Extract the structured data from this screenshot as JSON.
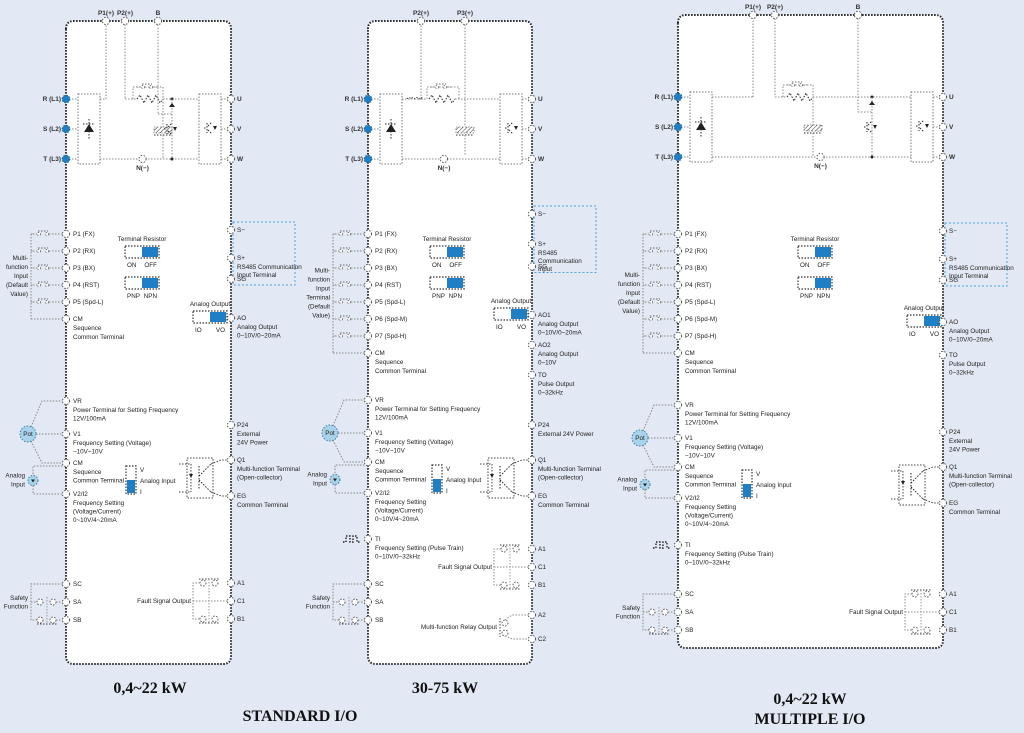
{
  "colors": {
    "background": "#e2e8f4",
    "panel": "#ffffff",
    "accent_blue": "#1e7fc4",
    "pot_fill": "#a9d3ea",
    "wire": "#888888",
    "frame": "#222222",
    "dotted_box": "#4aa3df"
  },
  "captions": {
    "standard_left": "0,4~22 kW",
    "standard_middle": "30-75 kW",
    "standard_group": "STANDARD I/O",
    "multiple_power": "0,4~22 kW",
    "multiple_group": "MULTIPLE I/O"
  },
  "diagrams": [
    {
      "id": "std_small",
      "top_terminals": [
        "P1(+)",
        "P2(+)",
        "B"
      ],
      "power_inputs": [
        "R (L1)",
        "S (L2)",
        "T (L3)"
      ],
      "motor_outputs": [
        "U",
        "V",
        "W"
      ],
      "dc_negative": "N(−)",
      "multi_function_label": [
        "Multi-",
        "function",
        "Input",
        "(Default",
        "Value)"
      ],
      "digital_inputs": [
        "P1 (FX)",
        "P2 (RX)",
        "P3 (BX)",
        "P4 (RST)",
        "P5 (Spd-L)"
      ],
      "cm": {
        "name": "CM",
        "desc": [
          "Sequence",
          "Common Terminal"
        ]
      },
      "terminal_resistor": {
        "title": "Terminal Resistor",
        "left": "ON",
        "right": "OFF",
        "selected": "OFF"
      },
      "pnp_npn": {
        "left": "PNP",
        "right": "NPN",
        "selected": "NPN"
      },
      "analog_output_switch": {
        "title": "Analog Output",
        "left": "IO",
        "right": "VO",
        "selected": "VO"
      },
      "rs485": [
        {
          "name": "S−",
          "desc": []
        },
        {
          "name": "S+",
          "desc": [
            "RS485 Communication",
            "Input Terminal"
          ]
        },
        {
          "name": "SG",
          "desc": []
        }
      ],
      "analog_outputs": [
        {
          "name": "AO",
          "desc": [
            "Analog Output",
            "0~10V/0~20mA"
          ]
        }
      ],
      "vr": {
        "name": "VR",
        "desc": [
          "Power Terminal for Setting Frequency",
          "12V/100mA"
        ]
      },
      "v1": {
        "name": "V1",
        "desc": [
          "Frequency Setting (Voltage)",
          "−10V~10V"
        ]
      },
      "cm2": {
        "name": "CM",
        "desc": [
          "Sequence",
          "Common Terminal"
        ]
      },
      "v2": {
        "name": "V2/I2",
        "desc": [
          "Frequency Setting",
          "(Voltage/Current)",
          "0~10V/4~20mA"
        ]
      },
      "pot": "Pot",
      "analog_input_src": [
        "Analog",
        "Input"
      ],
      "analog_input_switch": {
        "top": "V",
        "label": "Analog Input",
        "bottom": "I",
        "selected": "I"
      },
      "p24": {
        "name": "P24",
        "desc": [
          "External",
          "24V Power"
        ]
      },
      "q1": {
        "name": "Q1",
        "desc": [
          "Multi-function Terminal",
          "(Open-collector)"
        ]
      },
      "eg": {
        "name": "EG",
        "desc": [
          "Common Terminal"
        ]
      },
      "safety": {
        "label": [
          "Safety",
          "Function"
        ],
        "terminals": [
          "SC",
          "SA",
          "SB"
        ]
      },
      "fault": {
        "label": "Fault Signal Output",
        "terminals": [
          "A1",
          "C1",
          "B1"
        ]
      }
    },
    {
      "id": "std_large",
      "top_terminals": [
        "P2(+)",
        "P3(+)"
      ],
      "power_inputs": [
        "R (L1)",
        "S (L2)",
        "T (L3)"
      ],
      "motor_outputs": [
        "U",
        "V",
        "W"
      ],
      "dc_negative": "N(−)",
      "multi_function_label": [
        "Multi-",
        "function",
        "Input",
        "Terminal",
        "(Default",
        "Value)"
      ],
      "digital_inputs": [
        "P1 (FX)",
        "P2 (RX)",
        "P3 (BX)",
        "P4 (RST)",
        "P5 (Spd-L)",
        "P6 (Spd-M)",
        "P7 (Spd-H)"
      ],
      "cm": {
        "name": "CM",
        "desc": [
          "Sequence",
          "Common Terminal"
        ]
      },
      "terminal_resistor": {
        "title": "Terminal Resistor",
        "left": "ON",
        "right": "OFF",
        "selected": "OFF"
      },
      "pnp_npn": {
        "left": "PNP",
        "right": "NPN",
        "selected": "NPN"
      },
      "analog_output_switch": {
        "title": "Analog Output",
        "left": "IO",
        "right": "VO",
        "selected": "VO"
      },
      "rs485": [
        {
          "name": "S−",
          "desc": []
        },
        {
          "name": "S+",
          "desc": [
            "RS485",
            "Communication",
            "Input"
          ]
        },
        {
          "name": "SG",
          "desc": []
        }
      ],
      "analog_outputs": [
        {
          "name": "AO1",
          "desc": [
            "Analog Output",
            "0~10V/0~20mA"
          ]
        },
        {
          "name": "AO2",
          "desc": [
            "Analog Output",
            "0~10V"
          ]
        },
        {
          "name": "TO",
          "desc": [
            "Pulse Output",
            "0~32kHz"
          ]
        }
      ],
      "vr": {
        "name": "VR",
        "desc": [
          "Power Terminal for Setting Frequency",
          "12V/100mA"
        ]
      },
      "v1": {
        "name": "V1",
        "desc": [
          "Frequency Setting (Voltage)",
          "−10V~10V"
        ]
      },
      "cm2": {
        "name": "CM",
        "desc": [
          "Sequence",
          "Common Terminal"
        ]
      },
      "v2": {
        "name": "V2/I2",
        "desc": [
          "Frequency Setting",
          "(Voltage/Current)",
          "0~10V/4~20mA"
        ]
      },
      "ti": {
        "name": "TI",
        "desc": [
          "Frequency Setting (Pulse Train)",
          "0~10V/0~32kHz"
        ]
      },
      "pot": "Pot",
      "analog_input_src": [
        "Analog",
        "Input"
      ],
      "analog_input_switch": {
        "top": "V",
        "label": "Analog Input",
        "bottom": "I",
        "selected": "I"
      },
      "p24": {
        "name": "P24",
        "desc": [
          "External 24V Power"
        ]
      },
      "q1": {
        "name": "Q1",
        "desc": [
          "Multi-function Terminal",
          "(Open-collector)"
        ]
      },
      "eg": {
        "name": "EG",
        "desc": [
          "Common Terminal"
        ]
      },
      "safety": {
        "label": [
          "Safety",
          "Function"
        ],
        "terminals": [
          "SC",
          "SA",
          "SB"
        ]
      },
      "fault": {
        "label": "Fault Signal Output",
        "terminals": [
          "A1",
          "C1",
          "B1"
        ]
      },
      "relay": {
        "label": "Multi-function Relay Output",
        "terminals": [
          "A2",
          "C2"
        ]
      }
    },
    {
      "id": "multi_small",
      "top_terminals": [
        "P1(+)",
        "P2(+)",
        "B"
      ],
      "power_inputs": [
        "R (L1)",
        "S (L2)",
        "T (L3)"
      ],
      "motor_outputs": [
        "U",
        "V",
        "W"
      ],
      "dc_negative": "N(−)",
      "multi_function_label": [
        "Multi-",
        "function",
        "Input",
        "(Default",
        "Value)"
      ],
      "digital_inputs": [
        "P1 (FX)",
        "P2 (RX)",
        "P3 (BX)",
        "P4 (RST)",
        "P5 (Spd-L)",
        "P6 (Spd-M)",
        "P7 (Spd-H)"
      ],
      "cm": {
        "name": "CM",
        "desc": [
          "Sequence",
          "Common Terminal"
        ]
      },
      "terminal_resistor": {
        "title": "Terminal Resistor",
        "left": "ON",
        "right": "OFF",
        "selected": "OFF"
      },
      "pnp_npn": {
        "left": "PNP",
        "right": "NPN",
        "selected": "NPN"
      },
      "analog_output_switch": {
        "title": "Analog Output",
        "left": "IO",
        "right": "VO",
        "selected": "VO"
      },
      "rs485": [
        {
          "name": "S−",
          "desc": []
        },
        {
          "name": "S+",
          "desc": [
            "RS485 Communication",
            "Input Terminal"
          ]
        },
        {
          "name": "SG",
          "desc": []
        }
      ],
      "analog_outputs": [
        {
          "name": "AO",
          "desc": [
            "Analog Output",
            "0~10V/0~20mA"
          ]
        },
        {
          "name": "TO",
          "desc": [
            "Pulse Output",
            "0~32kHz"
          ]
        }
      ],
      "vr": {
        "name": "VR",
        "desc": [
          "Power Terminal for Setting Frequency",
          "12V/100mA"
        ]
      },
      "v1": {
        "name": "V1",
        "desc": [
          "Frequency Setting (Voltage)",
          "−10V~10V"
        ]
      },
      "cm2": {
        "name": "CM",
        "desc": [
          "Sequence",
          "Common Terminal"
        ]
      },
      "v2": {
        "name": "V2/I2",
        "desc": [
          "Frequency Setting",
          "(Voltage/Current)",
          "0~10V/4~20mA"
        ]
      },
      "ti": {
        "name": "TI",
        "desc": [
          "Frequency Setting (Pulse Train)",
          "0~10V/0~32kHz"
        ]
      },
      "pot": "Pot",
      "analog_input_src": [
        "Analog",
        "Input"
      ],
      "analog_input_switch": {
        "top": "V",
        "label": "Analog Input",
        "bottom": "I",
        "selected": "I"
      },
      "p24": {
        "name": "P24",
        "desc": [
          "External",
          "24V Power"
        ]
      },
      "q1": {
        "name": "Q1",
        "desc": [
          "Multi-function Terminal",
          "(Open-collector)"
        ]
      },
      "eg": {
        "name": "EG",
        "desc": [
          "Common Terminal"
        ]
      },
      "safety": {
        "label": [
          "Safety",
          "Function"
        ],
        "terminals": [
          "SC",
          "SA",
          "SB"
        ]
      },
      "fault": {
        "label": "Fault Signal Output",
        "terminals": [
          "A1",
          "C1",
          "B1"
        ]
      }
    }
  ]
}
